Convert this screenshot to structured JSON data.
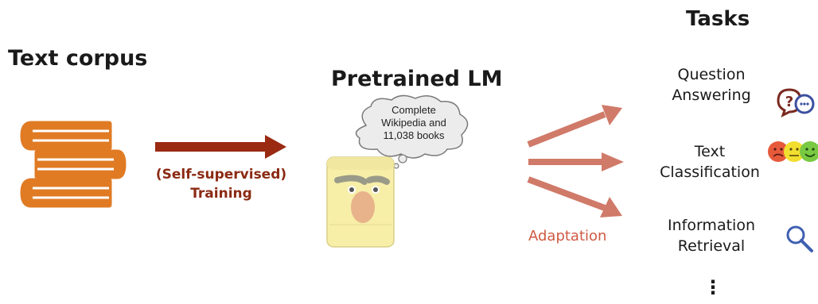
{
  "headings": {
    "corpus": "Text corpus",
    "model": "Pretrained LM",
    "tasks": "Tasks"
  },
  "training": {
    "line1": "(Self-supervised)",
    "line2": "Training"
  },
  "bubble": {
    "line1": "Complete",
    "line2": "Wikipedia and",
    "line3": "11,038 books"
  },
  "adaptation": "Adaptation",
  "tasks": [
    {
      "line1": "Question",
      "line2": "Answering",
      "icon": "question-chat-icon"
    },
    {
      "line1": "Text",
      "line2": "Classification",
      "icon": "emoji-faces-icon"
    },
    {
      "line1": "Information",
      "line2": "Retrieval",
      "icon": "magnifier-icon"
    }
  ],
  "more": "⋮",
  "colors": {
    "books": "#e07b24",
    "training_arrow": "#9a2a12",
    "adaptation_arrows": "#d07a69",
    "character_face": "#f7eea8",
    "search_icon": "#3f5fb0"
  }
}
